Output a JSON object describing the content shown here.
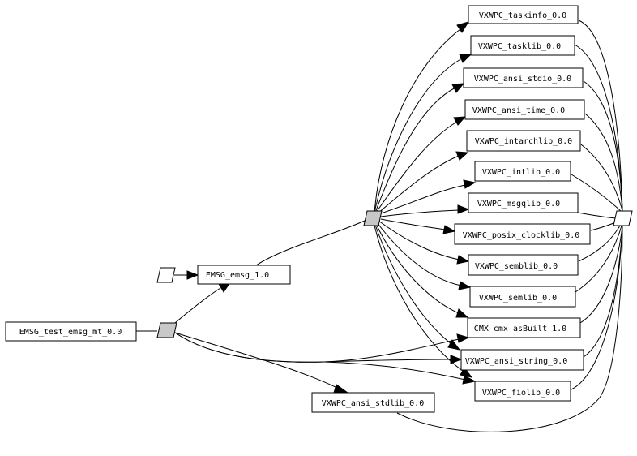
{
  "diagram": {
    "nodes": [
      {
        "id": "emsg_test",
        "label": "EMSG_test_emsg_mt_0.0"
      },
      {
        "id": "emsg",
        "label": "EMSG_emsg_1.0"
      },
      {
        "id": "stdlib",
        "label": "VXWPC_ansi_stdlib_0.0"
      },
      {
        "id": "taskinfo",
        "label": "VXWPC_taskinfo_0.0"
      },
      {
        "id": "tasklib",
        "label": "VXWPC_tasklib_0.0"
      },
      {
        "id": "stdio",
        "label": "VXWPC_ansi_stdio_0.0"
      },
      {
        "id": "time",
        "label": "VXWPC_ansi_time_0.0"
      },
      {
        "id": "intarch",
        "label": "VXWPC_intarchlib_0.0"
      },
      {
        "id": "intlib",
        "label": "VXWPC_intlib_0.0"
      },
      {
        "id": "msgq",
        "label": "VXWPC_msgqlib_0.0"
      },
      {
        "id": "posix",
        "label": "VXWPC_posix_clocklib_0.0"
      },
      {
        "id": "semb",
        "label": "VXWPC_semblib_0.0"
      },
      {
        "id": "seml",
        "label": "VXWPC_semlib_0.0"
      },
      {
        "id": "cmx",
        "label": "CMX_cmx_asBuilt_1.0"
      },
      {
        "id": "string",
        "label": "VXWPC_ansi_string_0.0"
      },
      {
        "id": "fio",
        "label": "VXWPC_fiolib_0.0"
      }
    ],
    "junctions": [
      {
        "id": "j_left",
        "fill": "grey"
      },
      {
        "id": "j_hub",
        "fill": "grey"
      },
      {
        "id": "j_in",
        "fill": "white"
      },
      {
        "id": "j_sink",
        "fill": "white"
      }
    ],
    "edges": [
      {
        "from": "emsg_test",
        "to": "j_left"
      },
      {
        "from": "j_left",
        "to": "emsg"
      },
      {
        "from": "j_in",
        "to": "emsg"
      },
      {
        "from": "j_left",
        "to": "stdlib"
      },
      {
        "from": "j_left",
        "to": "cmx"
      },
      {
        "from": "j_left",
        "to": "string"
      },
      {
        "from": "j_left",
        "to": "fio"
      },
      {
        "from": "emsg",
        "to": "j_hub"
      },
      {
        "from": "j_hub",
        "to": "taskinfo"
      },
      {
        "from": "j_hub",
        "to": "tasklib"
      },
      {
        "from": "j_hub",
        "to": "stdio"
      },
      {
        "from": "j_hub",
        "to": "time"
      },
      {
        "from": "j_hub",
        "to": "intarch"
      },
      {
        "from": "j_hub",
        "to": "intlib"
      },
      {
        "from": "j_hub",
        "to": "msgq"
      },
      {
        "from": "j_hub",
        "to": "posix"
      },
      {
        "from": "j_hub",
        "to": "semb"
      },
      {
        "from": "j_hub",
        "to": "seml"
      },
      {
        "from": "j_hub",
        "to": "cmx"
      },
      {
        "from": "j_hub",
        "to": "string"
      },
      {
        "from": "j_hub",
        "to": "fio"
      },
      {
        "from": "taskinfo",
        "to": "j_sink"
      },
      {
        "from": "tasklib",
        "to": "j_sink"
      },
      {
        "from": "stdio",
        "to": "j_sink"
      },
      {
        "from": "time",
        "to": "j_sink"
      },
      {
        "from": "intarch",
        "to": "j_sink"
      },
      {
        "from": "intlib",
        "to": "j_sink"
      },
      {
        "from": "msgq",
        "to": "j_sink"
      },
      {
        "from": "posix",
        "to": "j_sink"
      },
      {
        "from": "semb",
        "to": "j_sink"
      },
      {
        "from": "seml",
        "to": "j_sink"
      },
      {
        "from": "cmx",
        "to": "j_sink"
      },
      {
        "from": "string",
        "to": "j_sink"
      },
      {
        "from": "fio",
        "to": "j_sink"
      },
      {
        "from": "stdlib",
        "to": "j_sink"
      }
    ]
  }
}
